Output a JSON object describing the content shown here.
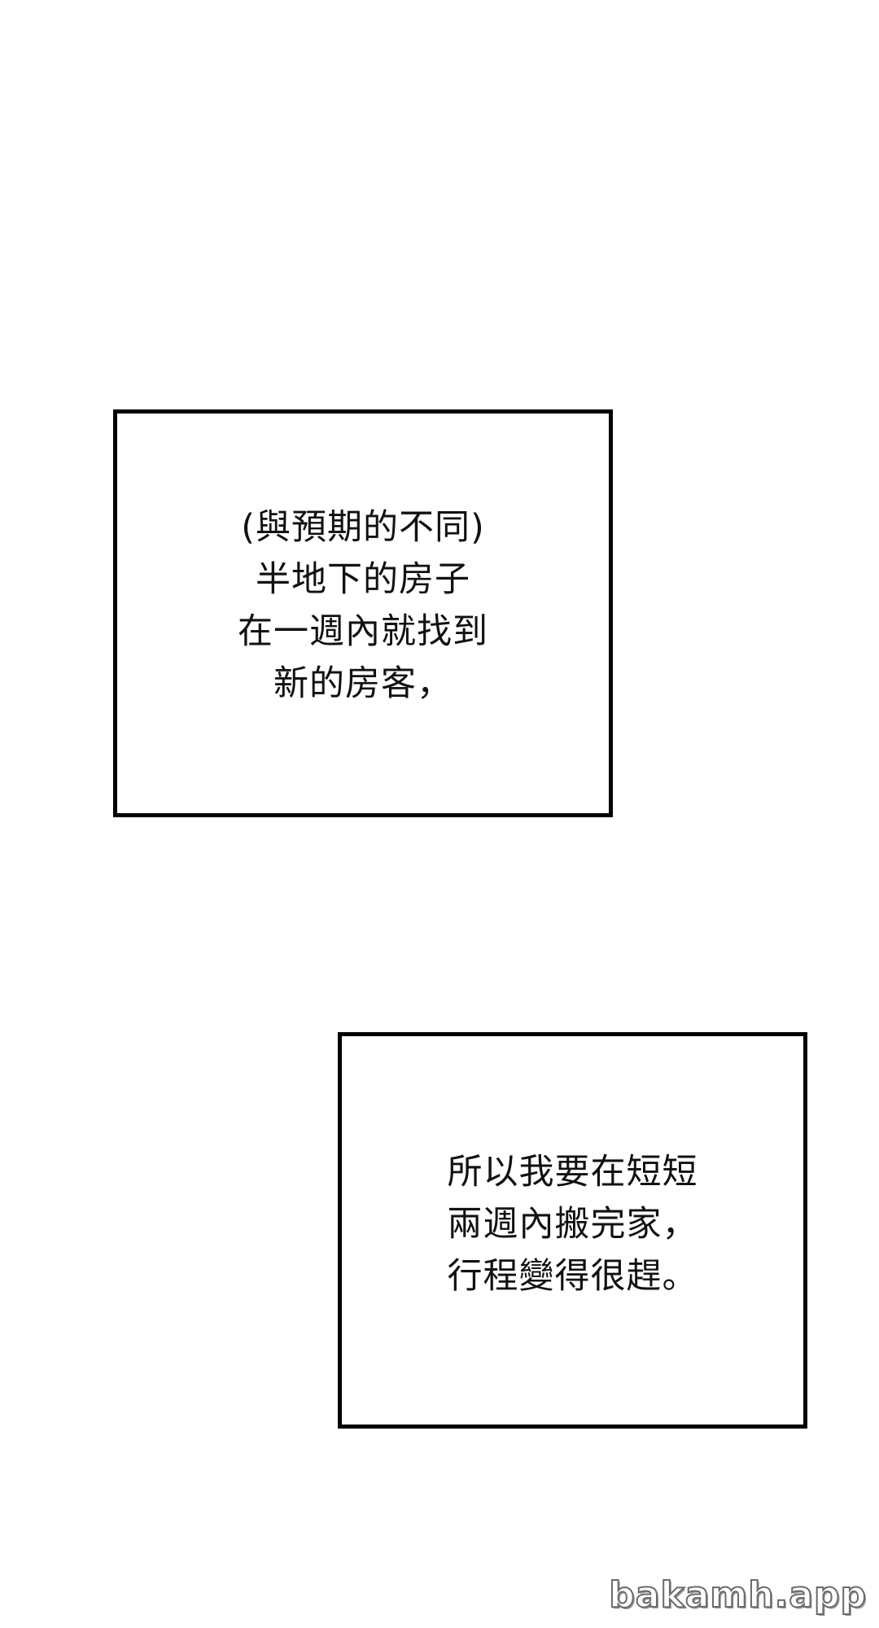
{
  "panels": [
    {
      "lines": [
        "(與預期的不同)",
        "半地下的房子",
        "在一週內就找到",
        "新的房客，"
      ]
    },
    {
      "lines": [
        "所以我要在短短",
        "兩週內搬完家，",
        "行程變得很趕。"
      ]
    }
  ],
  "watermark": "bakamh.app"
}
